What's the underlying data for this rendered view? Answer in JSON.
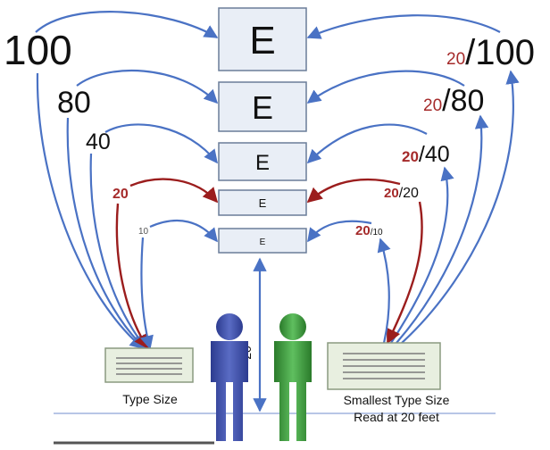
{
  "chart_boxes": {
    "letter": "E"
  },
  "left_sizes": {
    "s100": "100",
    "s80": "80",
    "s40": "40",
    "s20": "20",
    "s10": "10"
  },
  "right_fractions": {
    "f100_num": "20",
    "f100_den": "/100",
    "f80_num": "20",
    "f80_den": "/80",
    "f40_num": "20",
    "f40_den": "/40",
    "f20_num": "20",
    "f20_den": "/20",
    "f10_num": "20",
    "f10_den": "/10"
  },
  "distance": {
    "value": "20"
  },
  "captions": {
    "type_size": "Type Size",
    "smallest_line1": "Smallest Type Size",
    "smallest_line2": "Read at 20 feet"
  },
  "colors": {
    "arrow_blue": "#4a72c4",
    "arrow_red": "#9b1d1d",
    "box_fill": "#e9eef6",
    "person_blue": "#3d4fa8",
    "person_green": "#3f9a3f",
    "card_fill": "#e8efe0"
  }
}
